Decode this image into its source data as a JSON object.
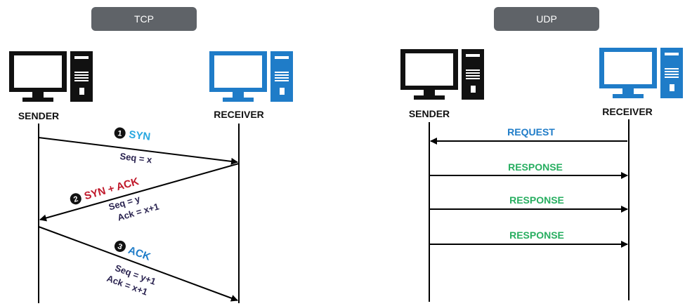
{
  "tcp": {
    "title": "TCP",
    "sender_label": "SENDER",
    "receiver_label": "RECEIVER",
    "steps": [
      {
        "number": "1",
        "flag": "SYN",
        "flag_color": "#29a8e0",
        "lines": [
          "Seq = x"
        ]
      },
      {
        "number": "2",
        "flag": "SYN + ACK",
        "flag_color": "#c0182a",
        "lines": [
          "Seq = y",
          "Ack = x+1"
        ]
      },
      {
        "number": "3",
        "flag": "ACK",
        "flag_color": "#1f7cc8",
        "lines": [
          "Seq = y+1",
          "Ack = x+1"
        ]
      }
    ]
  },
  "udp": {
    "title": "UDP",
    "sender_label": "SENDER",
    "receiver_label": "RECEIVER",
    "messages": [
      {
        "label": "REQUEST",
        "color": "#1f7cc8"
      },
      {
        "label": "RESPONSE",
        "color": "#27ae60"
      },
      {
        "label": "RESPONSE",
        "color": "#27ae60"
      },
      {
        "label": "RESPONSE",
        "color": "#27ae60"
      }
    ]
  },
  "colors": {
    "sender_computer": "#111111",
    "receiver_computer": "#1f7cc8",
    "text_dark": "#2a2350",
    "title_bg": "#5f6368"
  }
}
